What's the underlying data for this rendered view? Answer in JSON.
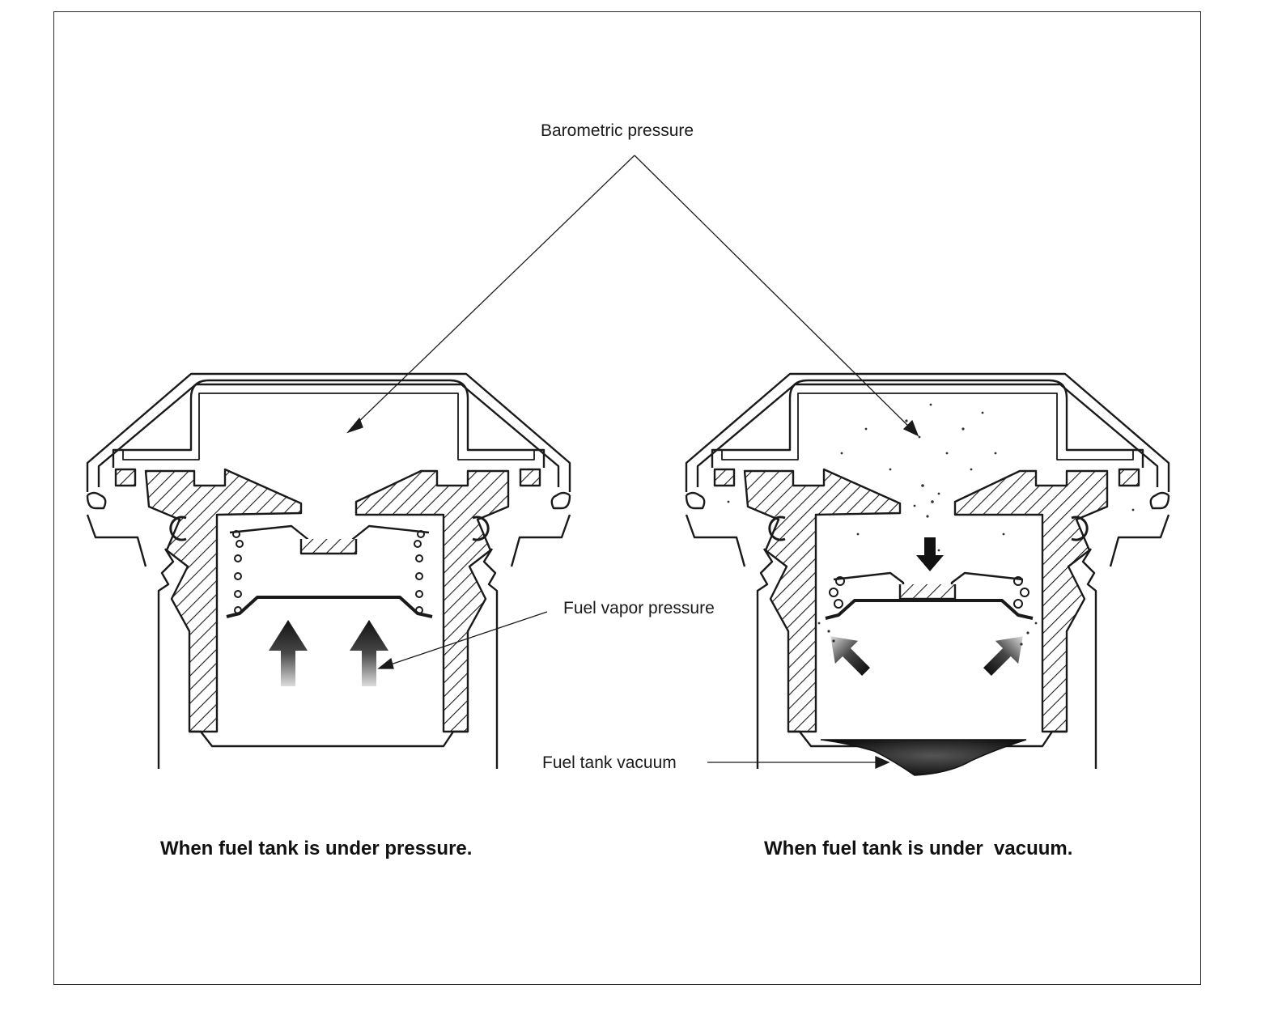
{
  "labels": {
    "barometric": "Barometric pressure",
    "fuel_vapor": "Fuel vapor pressure",
    "fuel_vacuum": "Fuel tank vacuum"
  },
  "captions": {
    "left": "When fuel tank is under pressure.",
    "right": "When fuel tank is under  vacuum."
  }
}
